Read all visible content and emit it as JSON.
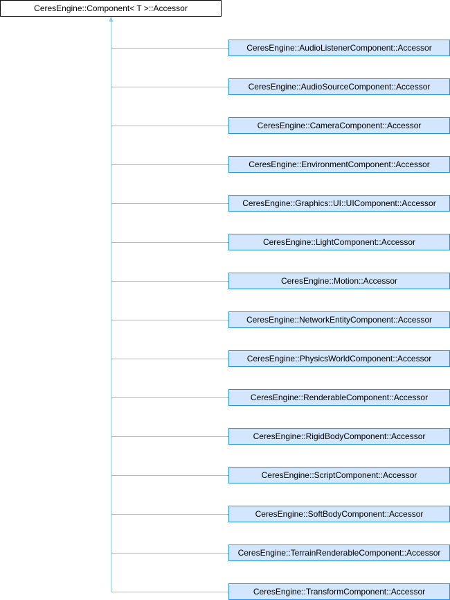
{
  "base_class": "CeresEngine::Component< T >::Accessor",
  "derived_classes": [
    "CeresEngine::AudioListenerComponent::Accessor",
    "CeresEngine::AudioSourceComponent::Accessor",
    "CeresEngine::CameraComponent::Accessor",
    "CeresEngine::EnvironmentComponent::Accessor",
    "CeresEngine::Graphics::UI::UIComponent::Accessor",
    "CeresEngine::LightComponent::Accessor",
    "CeresEngine::Motion::Accessor",
    "CeresEngine::NetworkEntityComponent::Accessor",
    "CeresEngine::PhysicsWorldComponent::Accessor",
    "CeresEngine::RenderableComponent::Accessor",
    "CeresEngine::RigidBodyComponent::Accessor",
    "CeresEngine::ScriptComponent::Accessor",
    "CeresEngine::SoftBodyComponent::Accessor",
    "CeresEngine::TerrainRenderableComponent::Accessor",
    "CeresEngine::TransformComponent::Accessor"
  ],
  "colors": {
    "edge": "#8cc4e6",
    "box_fill": "#d3e6fb",
    "box_border": "#1f8fff"
  }
}
